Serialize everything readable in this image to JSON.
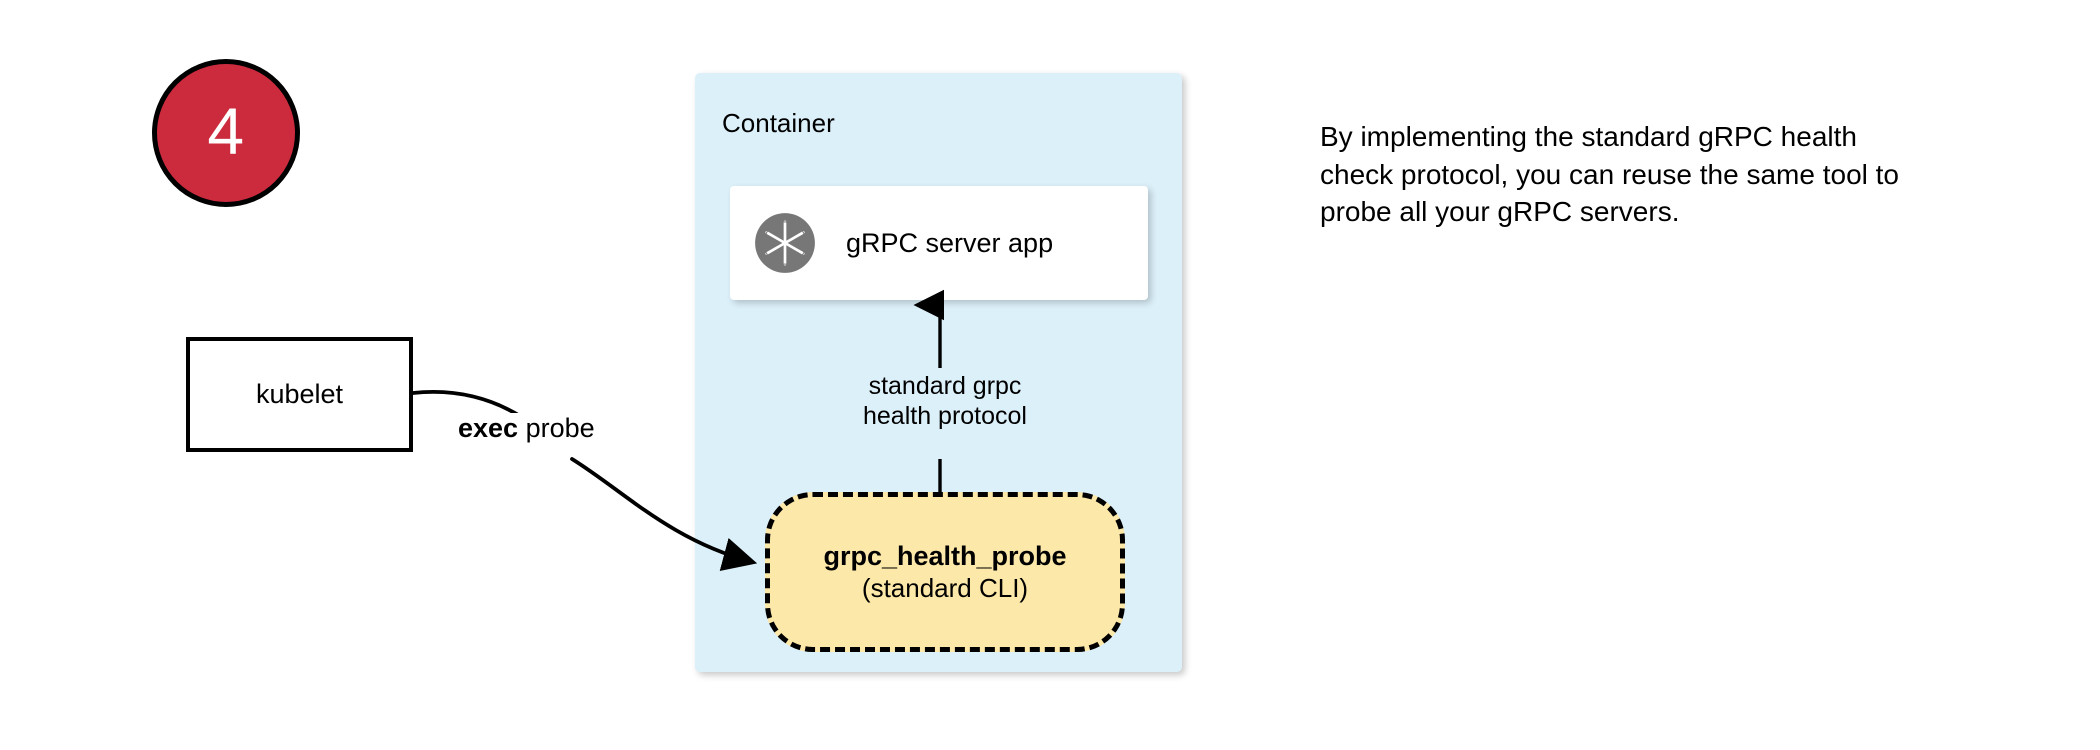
{
  "badge": {
    "number": "4",
    "fill_color": "#CC2B3E",
    "text_color": "#FFFFFF",
    "border_color": "#000000"
  },
  "container": {
    "label": "Container",
    "fill_color": "#DCF0FA"
  },
  "server_card": {
    "label": "gRPC server app",
    "icon": "grpc-aperture-icon",
    "icon_color": "#777777",
    "fill_color": "#FFFFFF"
  },
  "protocol_arrow": {
    "label_line1": "standard grpc",
    "label_line2": "health protocol",
    "direction": "up",
    "color": "#000000"
  },
  "probe_box": {
    "title": "grpc_health_probe",
    "subtitle": "(standard CLI)",
    "fill_color": "#FCE8A8",
    "border_style": "dashed",
    "border_color": "#000000"
  },
  "kubelet_box": {
    "label": "kubelet",
    "fill_color": "#FFFFFF",
    "border_color": "#000000"
  },
  "exec_arrow": {
    "label_bold": "exec",
    "label_rest": " probe",
    "color": "#000000"
  },
  "note": {
    "text": "By implementing the standard gRPC health check protocol, you can reuse the same tool to probe all your gRPC servers."
  }
}
